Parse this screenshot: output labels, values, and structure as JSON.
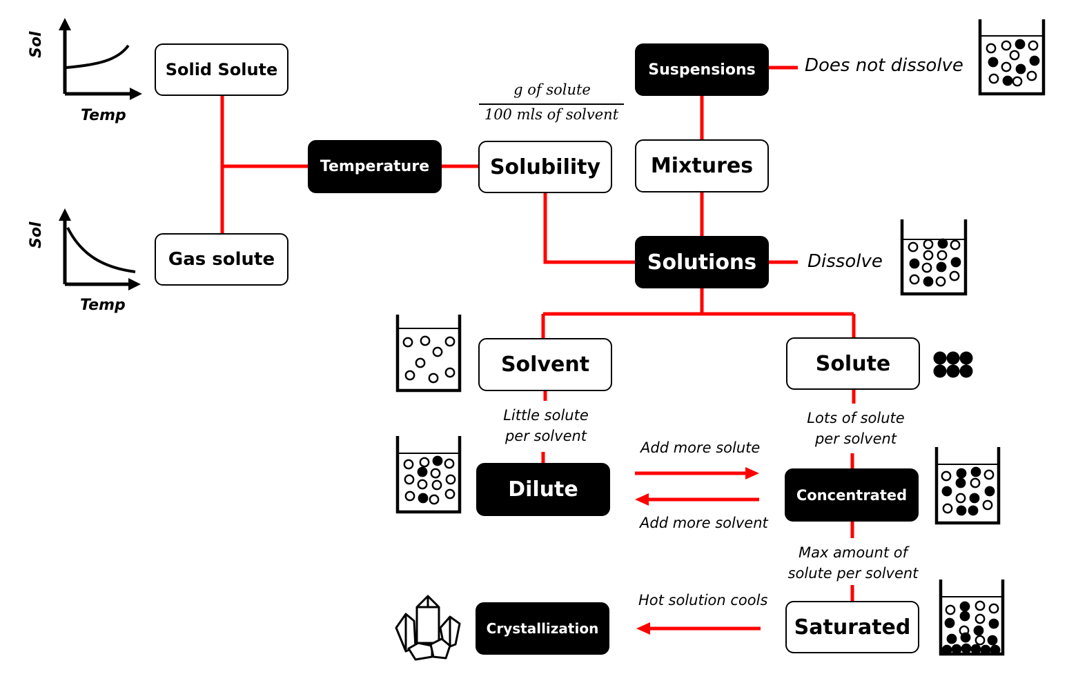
{
  "nodes": {
    "solid_solute": "Solid Solute",
    "gas_solute": "Gas solute",
    "temperature": "Temperature",
    "solubility": "Solubility",
    "suspensions": "Suspensions",
    "mixtures": "Mixtures",
    "solutions": "Solutions",
    "solvent": "Solvent",
    "solute": "Solute",
    "dilute": "Dilute",
    "concentrated": "Concentrated",
    "saturated": "Saturated",
    "crystallization": "Crystallization"
  },
  "labels": {
    "does_not_dissolve": "Does not dissolve",
    "dissolve": "Dissolve",
    "little_solute": [
      "Little solute",
      "per solvent"
    ],
    "lots_solute": [
      "Lots of solute",
      "per solvent"
    ],
    "add_more_solute": "Add more solute",
    "add_more_solvent": "Add more solvent",
    "max_amount": [
      "Max amount of",
      "solute per solvent"
    ],
    "hot_solution_cools": "Hot solution cools"
  },
  "formula": {
    "numerator": "g of solute",
    "denominator": "100 mls of solvent"
  },
  "graphs": {
    "y_label": "Sol",
    "x_label": "Temp"
  },
  "colors": {
    "connector": "#ff0000",
    "dark_box": "#000000",
    "light_box": "#ffffff"
  },
  "icons": [
    "graph-increasing-icon",
    "graph-decreasing-icon",
    "beaker-icon",
    "solute-particles-icon",
    "crystal-icon"
  ]
}
